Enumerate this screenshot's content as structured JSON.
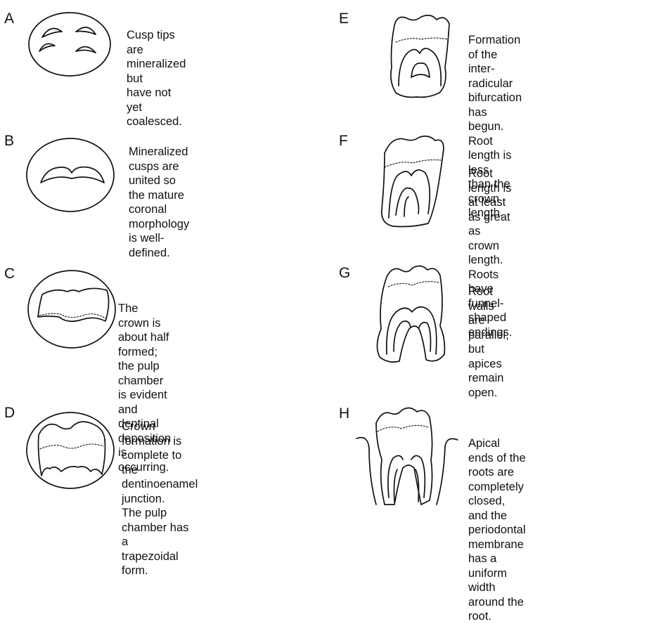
{
  "stages": [
    {
      "id": "A",
      "letter": "A",
      "text": [
        "Cusp tips are mineralized but",
        "have not yet coalesced."
      ]
    },
    {
      "id": "B",
      "letter": "B",
      "text": [
        "Mineralized cusps are united so",
        "the mature coronal morphology",
        "is well-defined."
      ]
    },
    {
      "id": "C",
      "letter": "C",
      "text": [
        "The crown is about half formed;",
        "the pulp chamber is evident and",
        "dentinal deposition is occurring."
      ]
    },
    {
      "id": "D",
      "letter": "D",
      "text": [
        "Crown formation is",
        "complete to the",
        "dentinoenamel junction.",
        "The pulp chamber has a",
        "trapezoidal form."
      ]
    },
    {
      "id": "E",
      "letter": "E",
      "text": [
        "Formation of the inter-",
        "radicular bifurcation has",
        "begun. Root length is less",
        "than the crown length."
      ]
    },
    {
      "id": "F",
      "letter": "F",
      "text": [
        "Root length is at least as great",
        "as crown length. Roots have",
        "funnel-shaped endings."
      ]
    },
    {
      "id": "G",
      "letter": "G",
      "text": [
        "Root walls are parallel, but",
        "apices remain open."
      ]
    },
    {
      "id": "H",
      "letter": "H",
      "text": [
        "Apical ends of the roots are",
        "completely closed, and the",
        "periodontal membrane has a",
        "uniform width around the root."
      ]
    }
  ]
}
